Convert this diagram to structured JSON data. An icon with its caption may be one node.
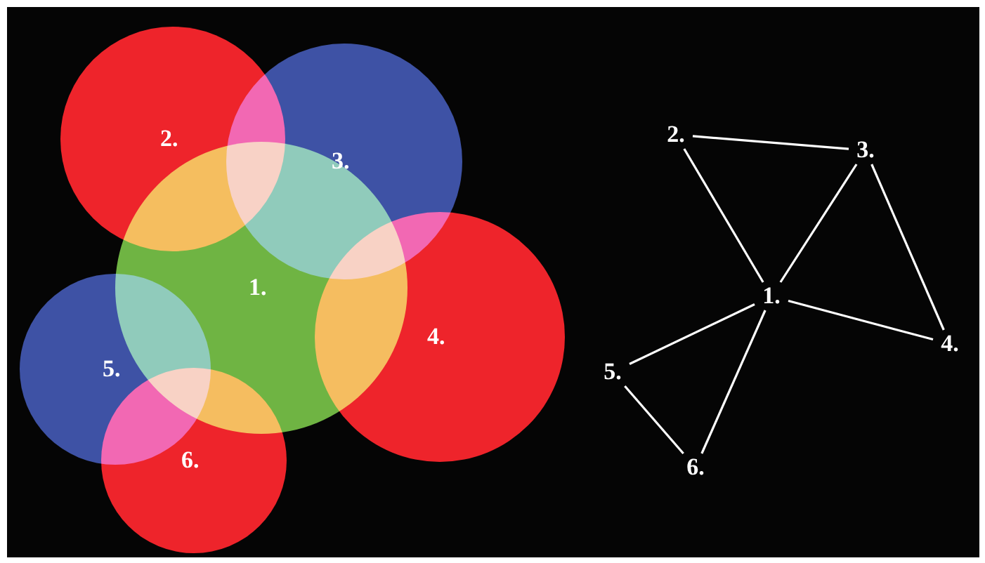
{
  "diagram": {
    "nodes": [
      {
        "text": [
          "2."
        ]
      },
      {
        "text": [
          "3."
        ]
      },
      {
        "text": [
          "1."
        ]
      },
      {
        "text": [
          "4."
        ]
      },
      {
        "text": [
          "5."
        ]
      },
      {
        "text": [
          "6."
        ]
      },
      {
        "text": [
          "2."
        ]
      },
      {
        "text": [
          "3."
        ]
      },
      {
        "text": [
          "1."
        ]
      },
      {
        "text": [
          "4."
        ]
      },
      {
        "text": [
          "5."
        ]
      },
      {
        "text": [
          "6."
        ]
      }
    ],
    "edges": [
      {
        "from": 6,
        "to": 7,
        "arrow": "none"
      },
      {
        "from": 6,
        "to": 8,
        "arrow": "none"
      },
      {
        "from": 7,
        "to": 8,
        "arrow": "none"
      },
      {
        "from": 7,
        "to": 9,
        "arrow": "none"
      },
      {
        "from": 8,
        "to": 9,
        "arrow": "none"
      },
      {
        "from": 8,
        "to": 10,
        "arrow": "none"
      },
      {
        "from": 8,
        "to": 11,
        "arrow": "none"
      },
      {
        "from": 10,
        "to": 11,
        "arrow": "none"
      }
    ]
  }
}
